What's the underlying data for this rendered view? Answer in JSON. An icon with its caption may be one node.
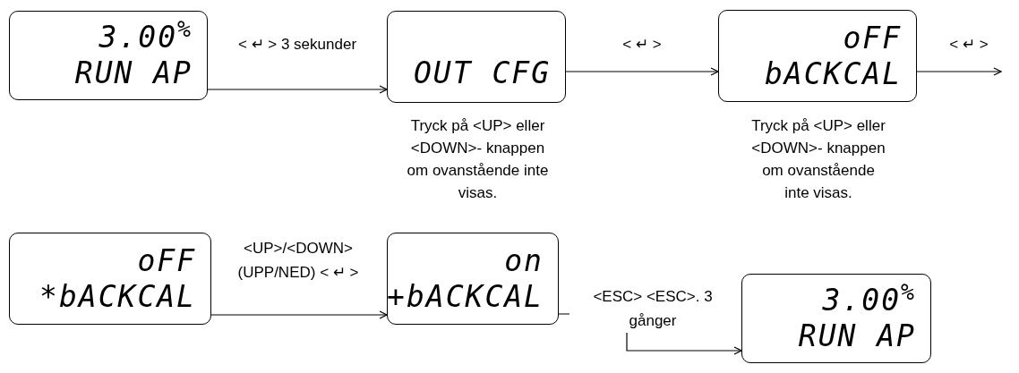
{
  "diagram": {
    "nodes": [
      {
        "text": [
          "3.00$^{%}$",
          "RUN AP"
        ]
      },
      {
        "text": [
          "OUT CFG"
        ],
        "beside": [
          "Tryck på <UP> eller <DOWN>- knappen om ovanstående inte visas."
        ]
      },
      {
        "text": [
          "oFF",
          "bACKCAL"
        ],
        "beside": [
          "Tryck på <UP> eller <DOWN>- knappen om ovanstående inte visas."
        ]
      },
      {
        "text": [
          "oFF",
          "*bACKCAL"
        ]
      },
      {
        "text": [
          "on",
          "+bACKCAL"
        ]
      },
      {
        "text": [
          "3.00$^{%}$",
          "RUN AP"
        ]
      }
    ],
    "edges": [
      {
        "from": 0,
        "to": 1,
        "arrow": "to",
        "label": "< ↵ > 3 sekunder"
      },
      {
        "from": 1,
        "to": 2,
        "arrow": "to",
        "label": "< ↵ >"
      },
      {
        "from": 2,
        "to": null,
        "arrow": "to",
        "label": "< ↵ >"
      },
      {
        "from": 3,
        "to": 4,
        "arrow": "to",
        "label": "<UP>/<DOWN> (UPP/NED) < ↵ >"
      },
      {
        "from": 4,
        "to": 5,
        "arrow": "to",
        "label": "<ESC> <ESC>. 3 gånger"
      }
    ]
  }
}
